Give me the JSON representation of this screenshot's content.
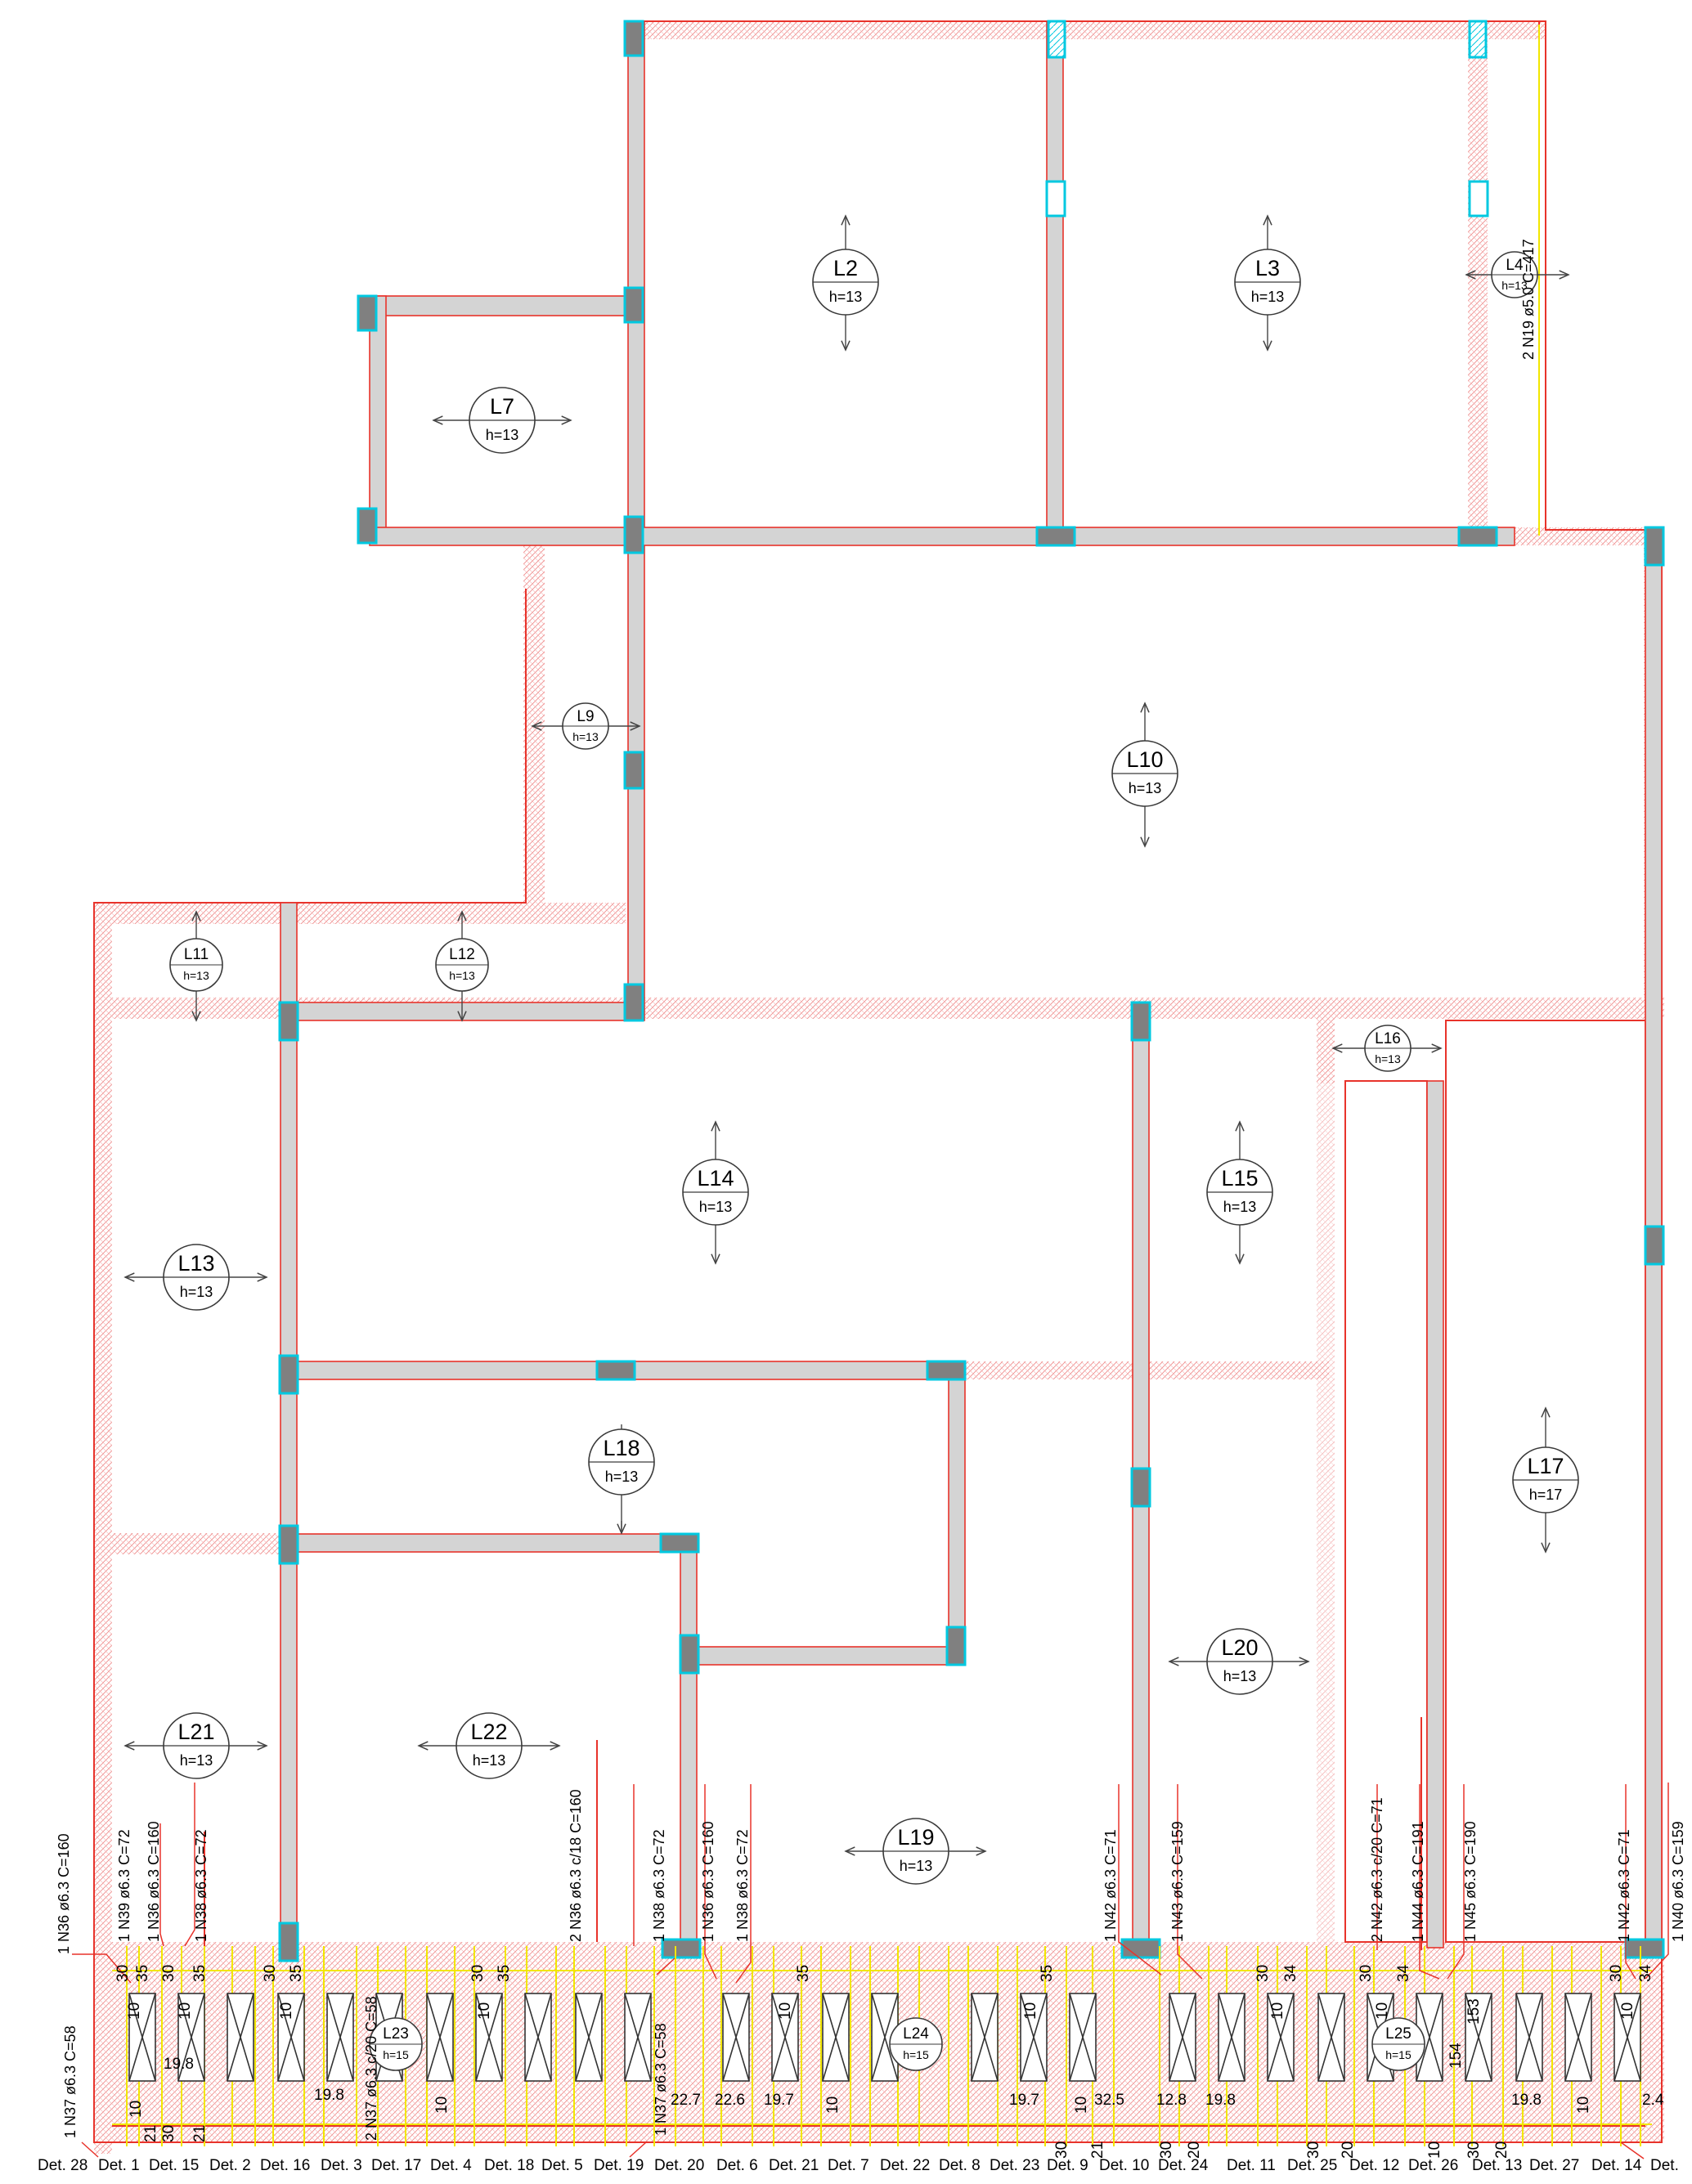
{
  "drawing": {
    "colors": {
      "beam_fill": "#d4d4d4",
      "beam_outline": "#e8332b",
      "column_fill": "#808080",
      "column_border": "#00c8e0",
      "rebar_yellow": "#f2e600",
      "hatch": "#f08a8a",
      "arrow": "#444444"
    },
    "slabs": [
      {
        "id": "L2",
        "h": "h=13"
      },
      {
        "id": "L3",
        "h": "h=13"
      },
      {
        "id": "L4",
        "h": "h=13"
      },
      {
        "id": "L7",
        "h": "h=13"
      },
      {
        "id": "L9",
        "h": "h=13"
      },
      {
        "id": "L10",
        "h": "h=13"
      },
      {
        "id": "L11",
        "h": "h=13"
      },
      {
        "id": "L12",
        "h": "h=13"
      },
      {
        "id": "L13",
        "h": "h=13"
      },
      {
        "id": "L14",
        "h": "h=13"
      },
      {
        "id": "L15",
        "h": "h=13"
      },
      {
        "id": "L16",
        "h": "h=13"
      },
      {
        "id": "L17",
        "h": "h=17"
      },
      {
        "id": "L18",
        "h": "h=13"
      },
      {
        "id": "L19",
        "h": "h=13"
      },
      {
        "id": "L20",
        "h": "h=13"
      },
      {
        "id": "L21",
        "h": "h=13"
      },
      {
        "id": "L22",
        "h": "h=13"
      },
      {
        "id": "L23",
        "h": "h=15"
      },
      {
        "id": "L24",
        "h": "h=15"
      },
      {
        "id": "L25",
        "h": "h=15"
      }
    ],
    "rebar_labels": [
      "2 N19 ø5.0 C=417",
      "1 N36 ø6.3 C=160",
      "1 N37 ø6.3 C=58",
      "1 N39 ø6.3 C=72",
      "1 N36 ø6.3 C=160",
      "1 N38 ø6.3 C=72",
      "2 N37 ø6.3 c/20 C=58",
      "2 N36 ø6.3 c/18 C=160",
      "1 N38 ø6.3 C=72",
      "1 N37 ø6.3 C=58",
      "1 N36 ø6.3 C=160",
      "1 N38 ø6.3 C=72",
      "1 N42 ø6.3 C=71",
      "1 N43 ø6.3 C=159",
      "2 N42 ø6.3 c/20 C=71",
      "1 N44 ø6.3 C=191",
      "1 N45 ø6.3 C=190",
      "1 N42 ø6.3 C=71",
      "1 N40 ø6.3 C=159"
    ],
    "details": [
      "Det. 28",
      "Det. 1",
      "Det. 15",
      "Det. 2",
      "Det. 16",
      "Det. 3",
      "Det. 17",
      "Det. 4",
      "Det. 18",
      "Det. 5",
      "Det. 19",
      "Det. 20",
      "Det. 6",
      "Det. 21",
      "Det. 7",
      "Det. 22",
      "Det. 8",
      "Det. 23",
      "Det. 9",
      "Det. 10",
      "Det. 24",
      "Det. 11",
      "Det. 25",
      "Det. 12",
      "Det. 26",
      "Det. 13",
      "Det. 27",
      "Det. 14",
      "Det."
    ],
    "dims": {
      "d10": "10",
      "d19_8": "19.8",
      "d21": "21",
      "d30": "30",
      "d35": "35",
      "d34": "34",
      "d20": "20",
      "d22_7": "22.7",
      "d22_6": "22.6",
      "d19_7": "19.7",
      "d32_5": "32.5",
      "d12_8": "12.8",
      "d154": "154",
      "d153": "153",
      "d2_4": "2.4"
    }
  }
}
